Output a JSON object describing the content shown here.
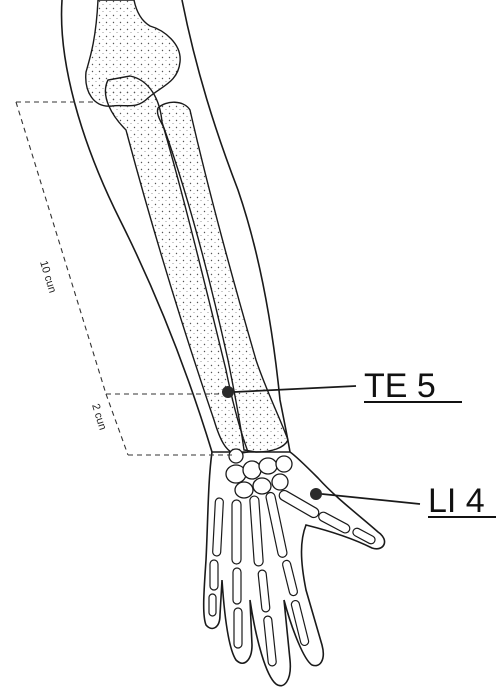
{
  "diagram": {
    "measurements": [
      {
        "label": "10 cun"
      },
      {
        "label": "2 cun"
      }
    ],
    "points": [
      {
        "label": "TE 5"
      },
      {
        "label": "LI 4"
      }
    ],
    "colors": {
      "outline": "#1a1a1a",
      "bone_fill": "#ffffff",
      "point": "#2a2a2a",
      "guide": "#333333"
    }
  }
}
